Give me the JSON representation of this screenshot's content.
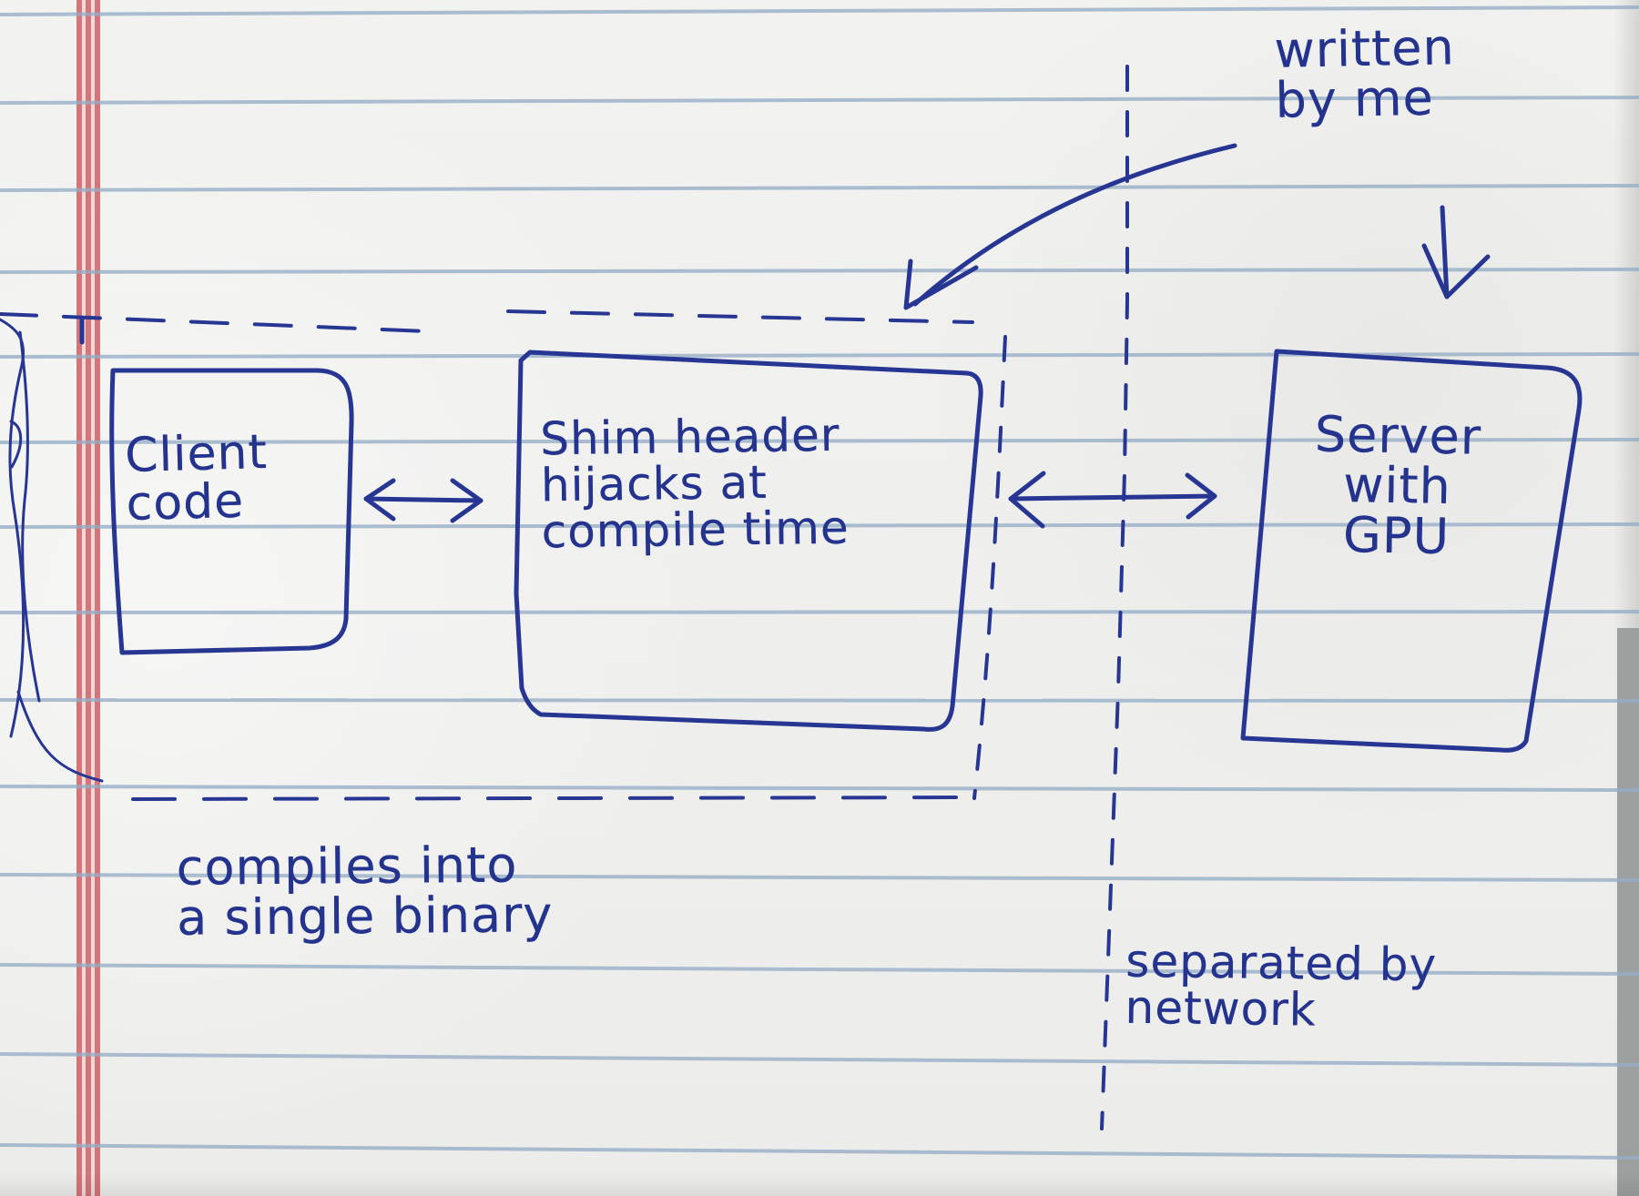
{
  "notes": {
    "written_by": "written\nby me",
    "compiles": "compiles into\na single binary",
    "separated": "separated by\nnetwork"
  },
  "blocks": {
    "client": "Client\ncode",
    "shim": "Shim header\nhijacks at\ncompile time",
    "server": "Server\nwith\nGPU"
  },
  "colors": {
    "ink": "#273693",
    "paper": "#efefed",
    "margin": "#d06f73",
    "rule": "#96adc7"
  }
}
